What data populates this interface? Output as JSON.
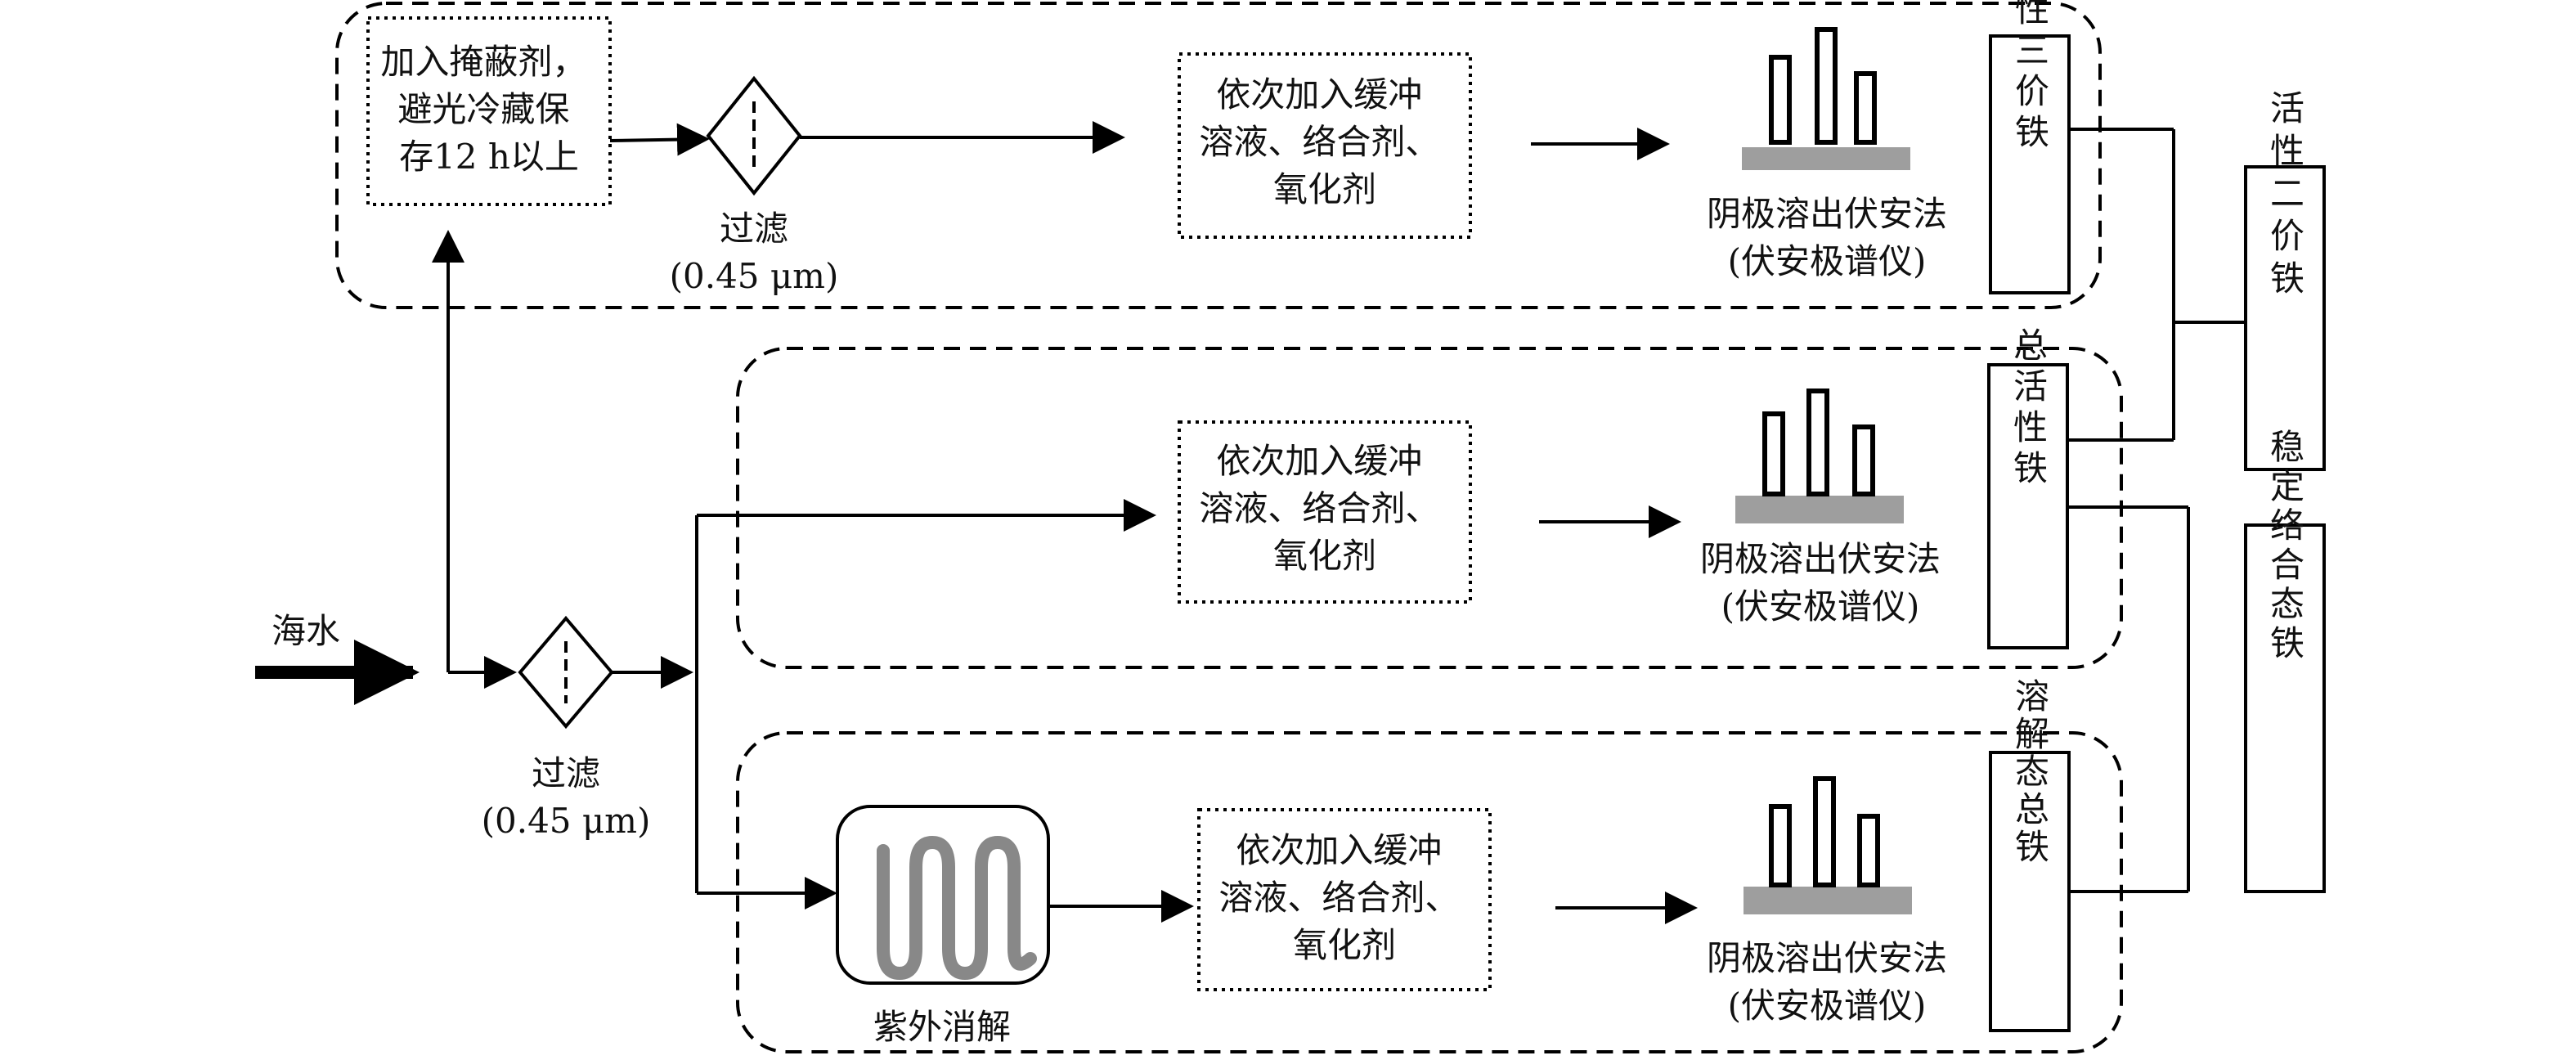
{
  "input": {
    "label": "海水"
  },
  "filter": {
    "name": "过滤",
    "spec": "(0.45 μm)"
  },
  "mask_step": {
    "lines": [
      "加入掩蔽剂，",
      "避光冷藏保",
      "存12 h以上"
    ]
  },
  "reagent_step": {
    "lines": [
      "依次加入缓冲",
      "溶液、络合剂、",
      "氧化剂"
    ]
  },
  "uv_step": {
    "label": "紫外消解"
  },
  "method": {
    "name": "阴极溶出伏安法",
    "instrument": "(伏安极谱仪)"
  },
  "outputs": {
    "active_fe3": "活性三价铁",
    "total_active": "总活性铁",
    "dissolved_total": "溶解态总铁"
  },
  "results": {
    "active_fe2": "活性二价铁",
    "stable_complex": "稳定络合态铁"
  },
  "colors": {
    "line": "#000000",
    "electrode_base": "#9e9e9e",
    "uv_coil": "#888888"
  }
}
